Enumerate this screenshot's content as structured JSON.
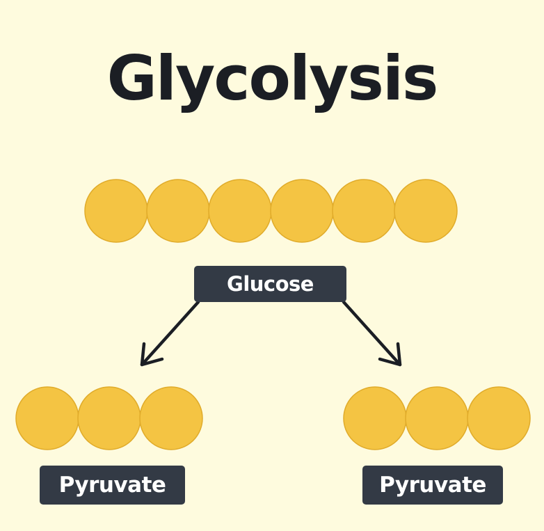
{
  "title": "Glycolysis",
  "glucose": {
    "label": "Glucose",
    "circle_count": 6
  },
  "products": [
    {
      "label": "Pyruvate",
      "circle_count": 3
    },
    {
      "label": "Pyruvate",
      "circle_count": 3
    }
  ],
  "colors": {
    "background": "#fefbde",
    "circle_fill": "#f4c443",
    "circle_stroke": "#e0ab2a",
    "label_bg": "#333a45",
    "label_text": "#ffffff",
    "title": "#1b1e24",
    "arrow": "#1b1e24"
  }
}
